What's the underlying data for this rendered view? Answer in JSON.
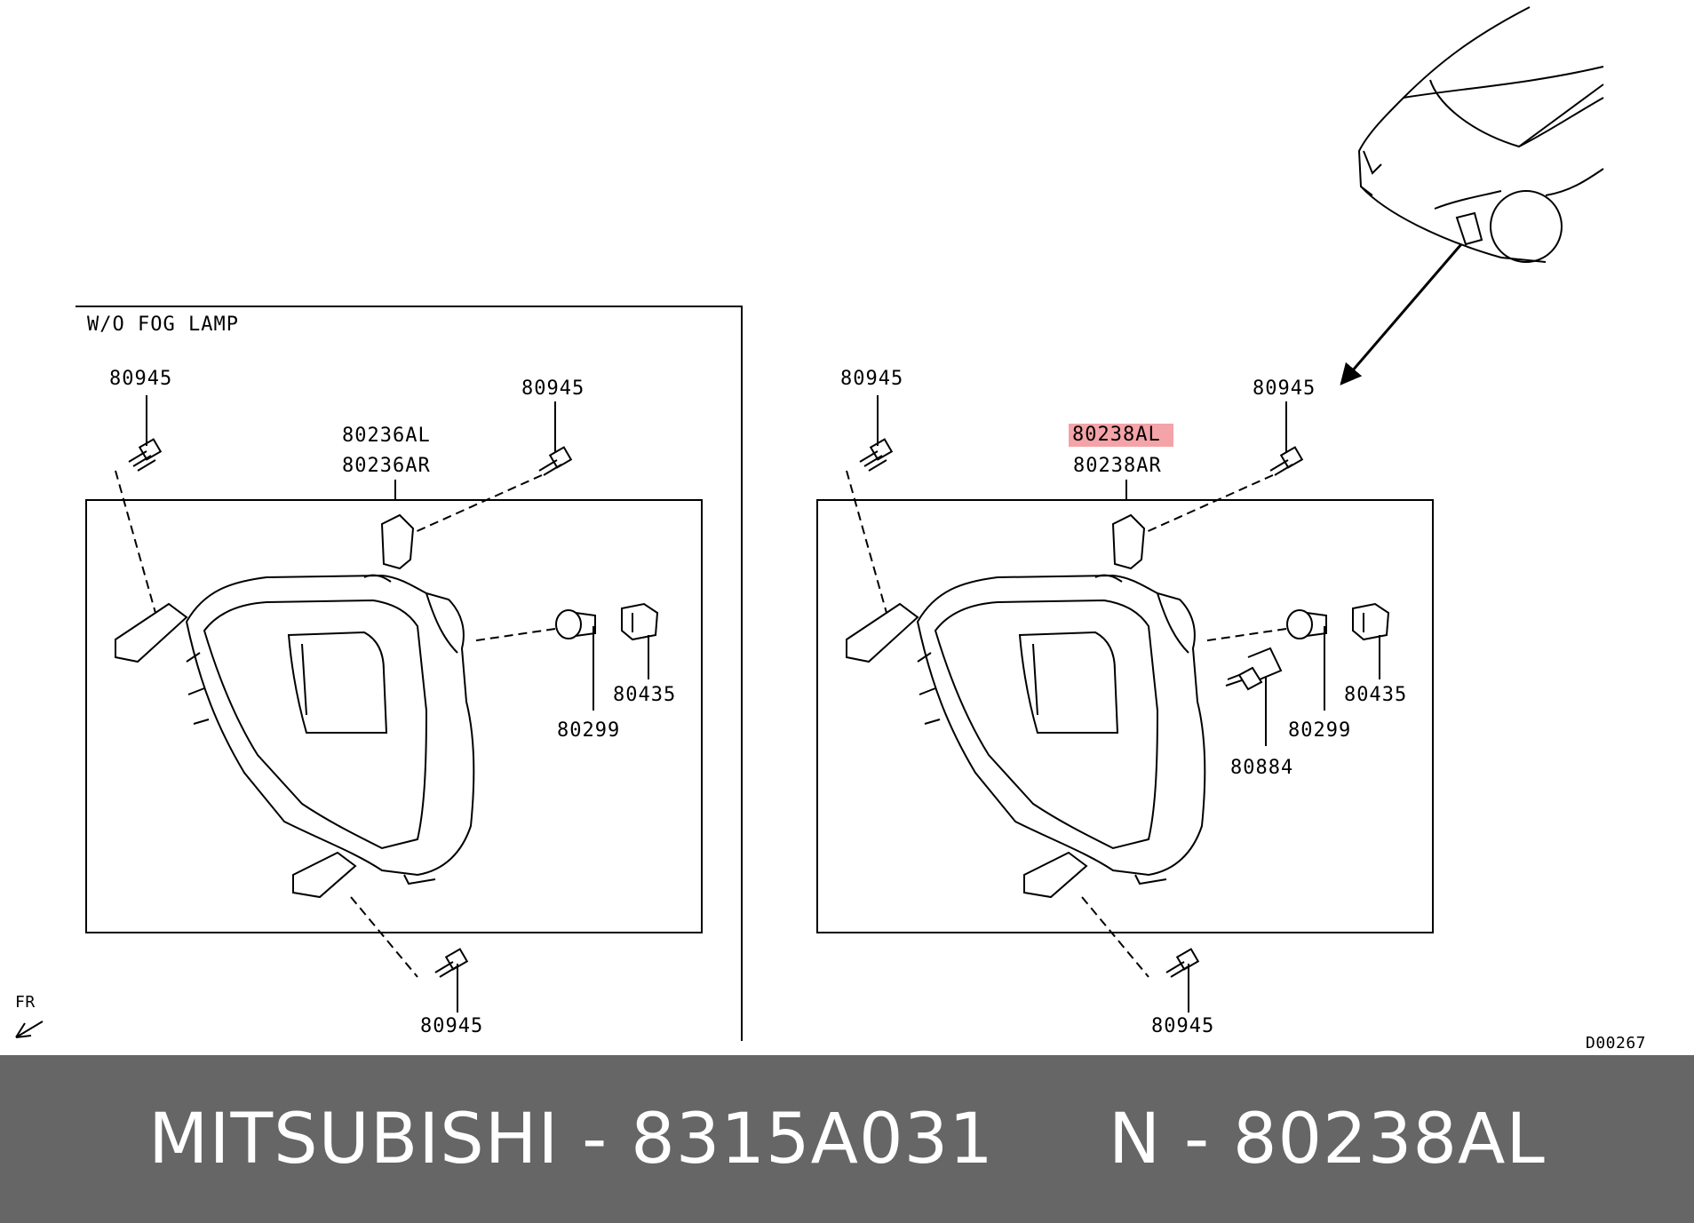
{
  "diagram": {
    "left_panel_title": "W/O FOG LAMP",
    "left_labels": {
      "screw_top_left": "80945",
      "screw_top_right": "80945",
      "assembly_l": "80236AL",
      "assembly_r": "80236AR",
      "socket": "80435",
      "bulb": "80299",
      "screw_bottom": "80945"
    },
    "right_labels": {
      "screw_top_left": "80945",
      "screw_top_right": "80945",
      "assembly_l": "80238AL",
      "assembly_r": "80238AR",
      "socket": "80435",
      "bulb": "80299",
      "fog_bulb": "80884",
      "screw_bottom": "80945"
    },
    "direction_marker": "FR",
    "diagram_code": "D00267",
    "highlight_color": "#f4a3a8"
  },
  "footer": {
    "text": "MITSUBISHI - 8315A031     N - 80238AL",
    "background": "#666666"
  }
}
